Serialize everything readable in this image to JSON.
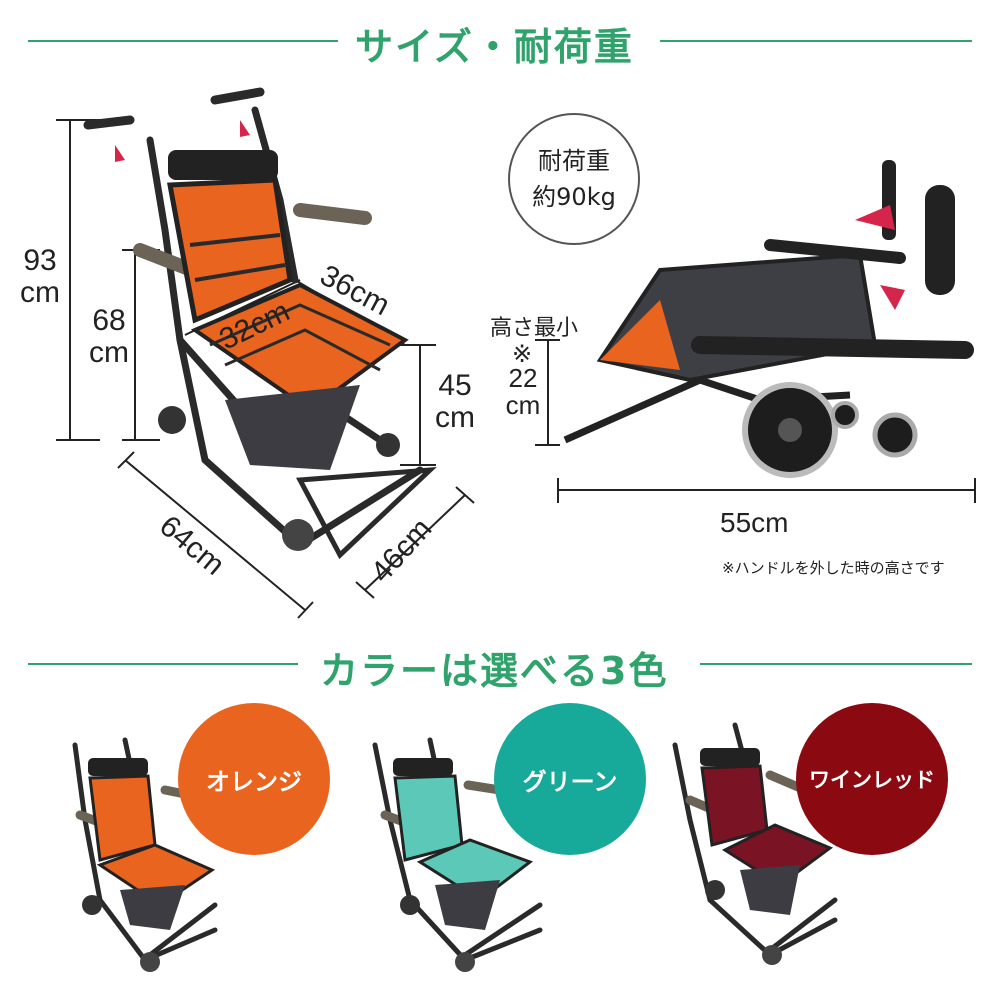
{
  "size_section": {
    "title": "サイズ・耐荷重",
    "load_badge": {
      "line1": "耐荷重",
      "line2": "約90kg"
    },
    "dimensions": {
      "total_height": "93\ncm",
      "seat_back_height": "68\ncm",
      "seat_height": "45\ncm",
      "seat_width": "36cm",
      "seat_depth": "32cm",
      "length": "64cm",
      "width": "46cm"
    },
    "folded": {
      "min_height_label": "高さ最小",
      "min_height_mark": "※",
      "min_height_value": "22\ncm",
      "length": "55cm",
      "note": "※ハンドルを外した時の高さです"
    }
  },
  "color_section": {
    "title": "カラーは選べる3色",
    "options": [
      {
        "label": "オレンジ",
        "color": "#e8641f",
        "seat_color": "#e8641f"
      },
      {
        "label": "グリーン",
        "color": "#17a99a",
        "seat_color": "#5cc9b8"
      },
      {
        "label": "ワインレッド",
        "color": "#8b0a12",
        "seat_color": "#7a1424"
      }
    ]
  },
  "colors": {
    "accent": "#2fa36b",
    "frame": "#2a2a2a"
  }
}
